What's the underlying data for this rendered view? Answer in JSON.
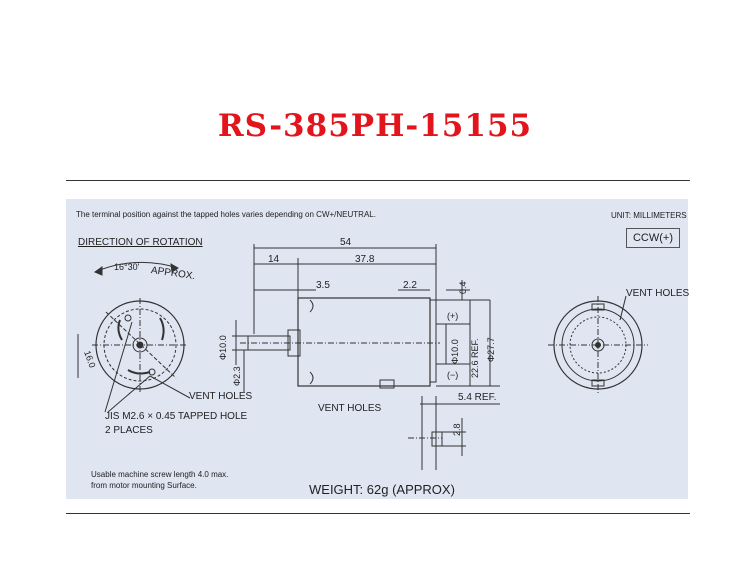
{
  "title": "RS-385PH-15155",
  "note_terminal": "The terminal position against the tapped holes varies depending on CW+/NEUTRAL.",
  "unit": "UNIT: MILLIMETERS",
  "rotation_box": "CCW(+)",
  "direction_label": "DIRECTION OF ROTATION",
  "angle_label": "16°30'",
  "approx_label": "APPROX.",
  "vent_holes_left": "VENT HOLES",
  "tapped_hole": "JIS M2.6 × 0.45 TAPPED HOLE",
  "two_places": "2 PLACES",
  "vent_holes_mid": "VENT HOLES",
  "vent_holes_right": "VENT HOLES",
  "screw_note_1": "Usable machine screw length 4.0 max.",
  "screw_note_2": "from motor mounting Surface.",
  "weight": "WEIGHT: 62g (APPROX)",
  "dims": {
    "overall": "54",
    "d14": "14",
    "d37_8": "37.8",
    "d3_5": "3.5",
    "d2_2": "2.2",
    "d0_4": "0.4",
    "phi10_left": "Φ10.0",
    "phi2_3": "Φ2.3",
    "phi10_right": "Φ10.0",
    "ref22_6": "22.6 REF.",
    "phi27_7": "Φ27.7",
    "ref5_4": "5.4 REF.",
    "d2_8": "2.8",
    "d16": "16.0",
    "plus": "(+)",
    "minus": "(−)"
  }
}
